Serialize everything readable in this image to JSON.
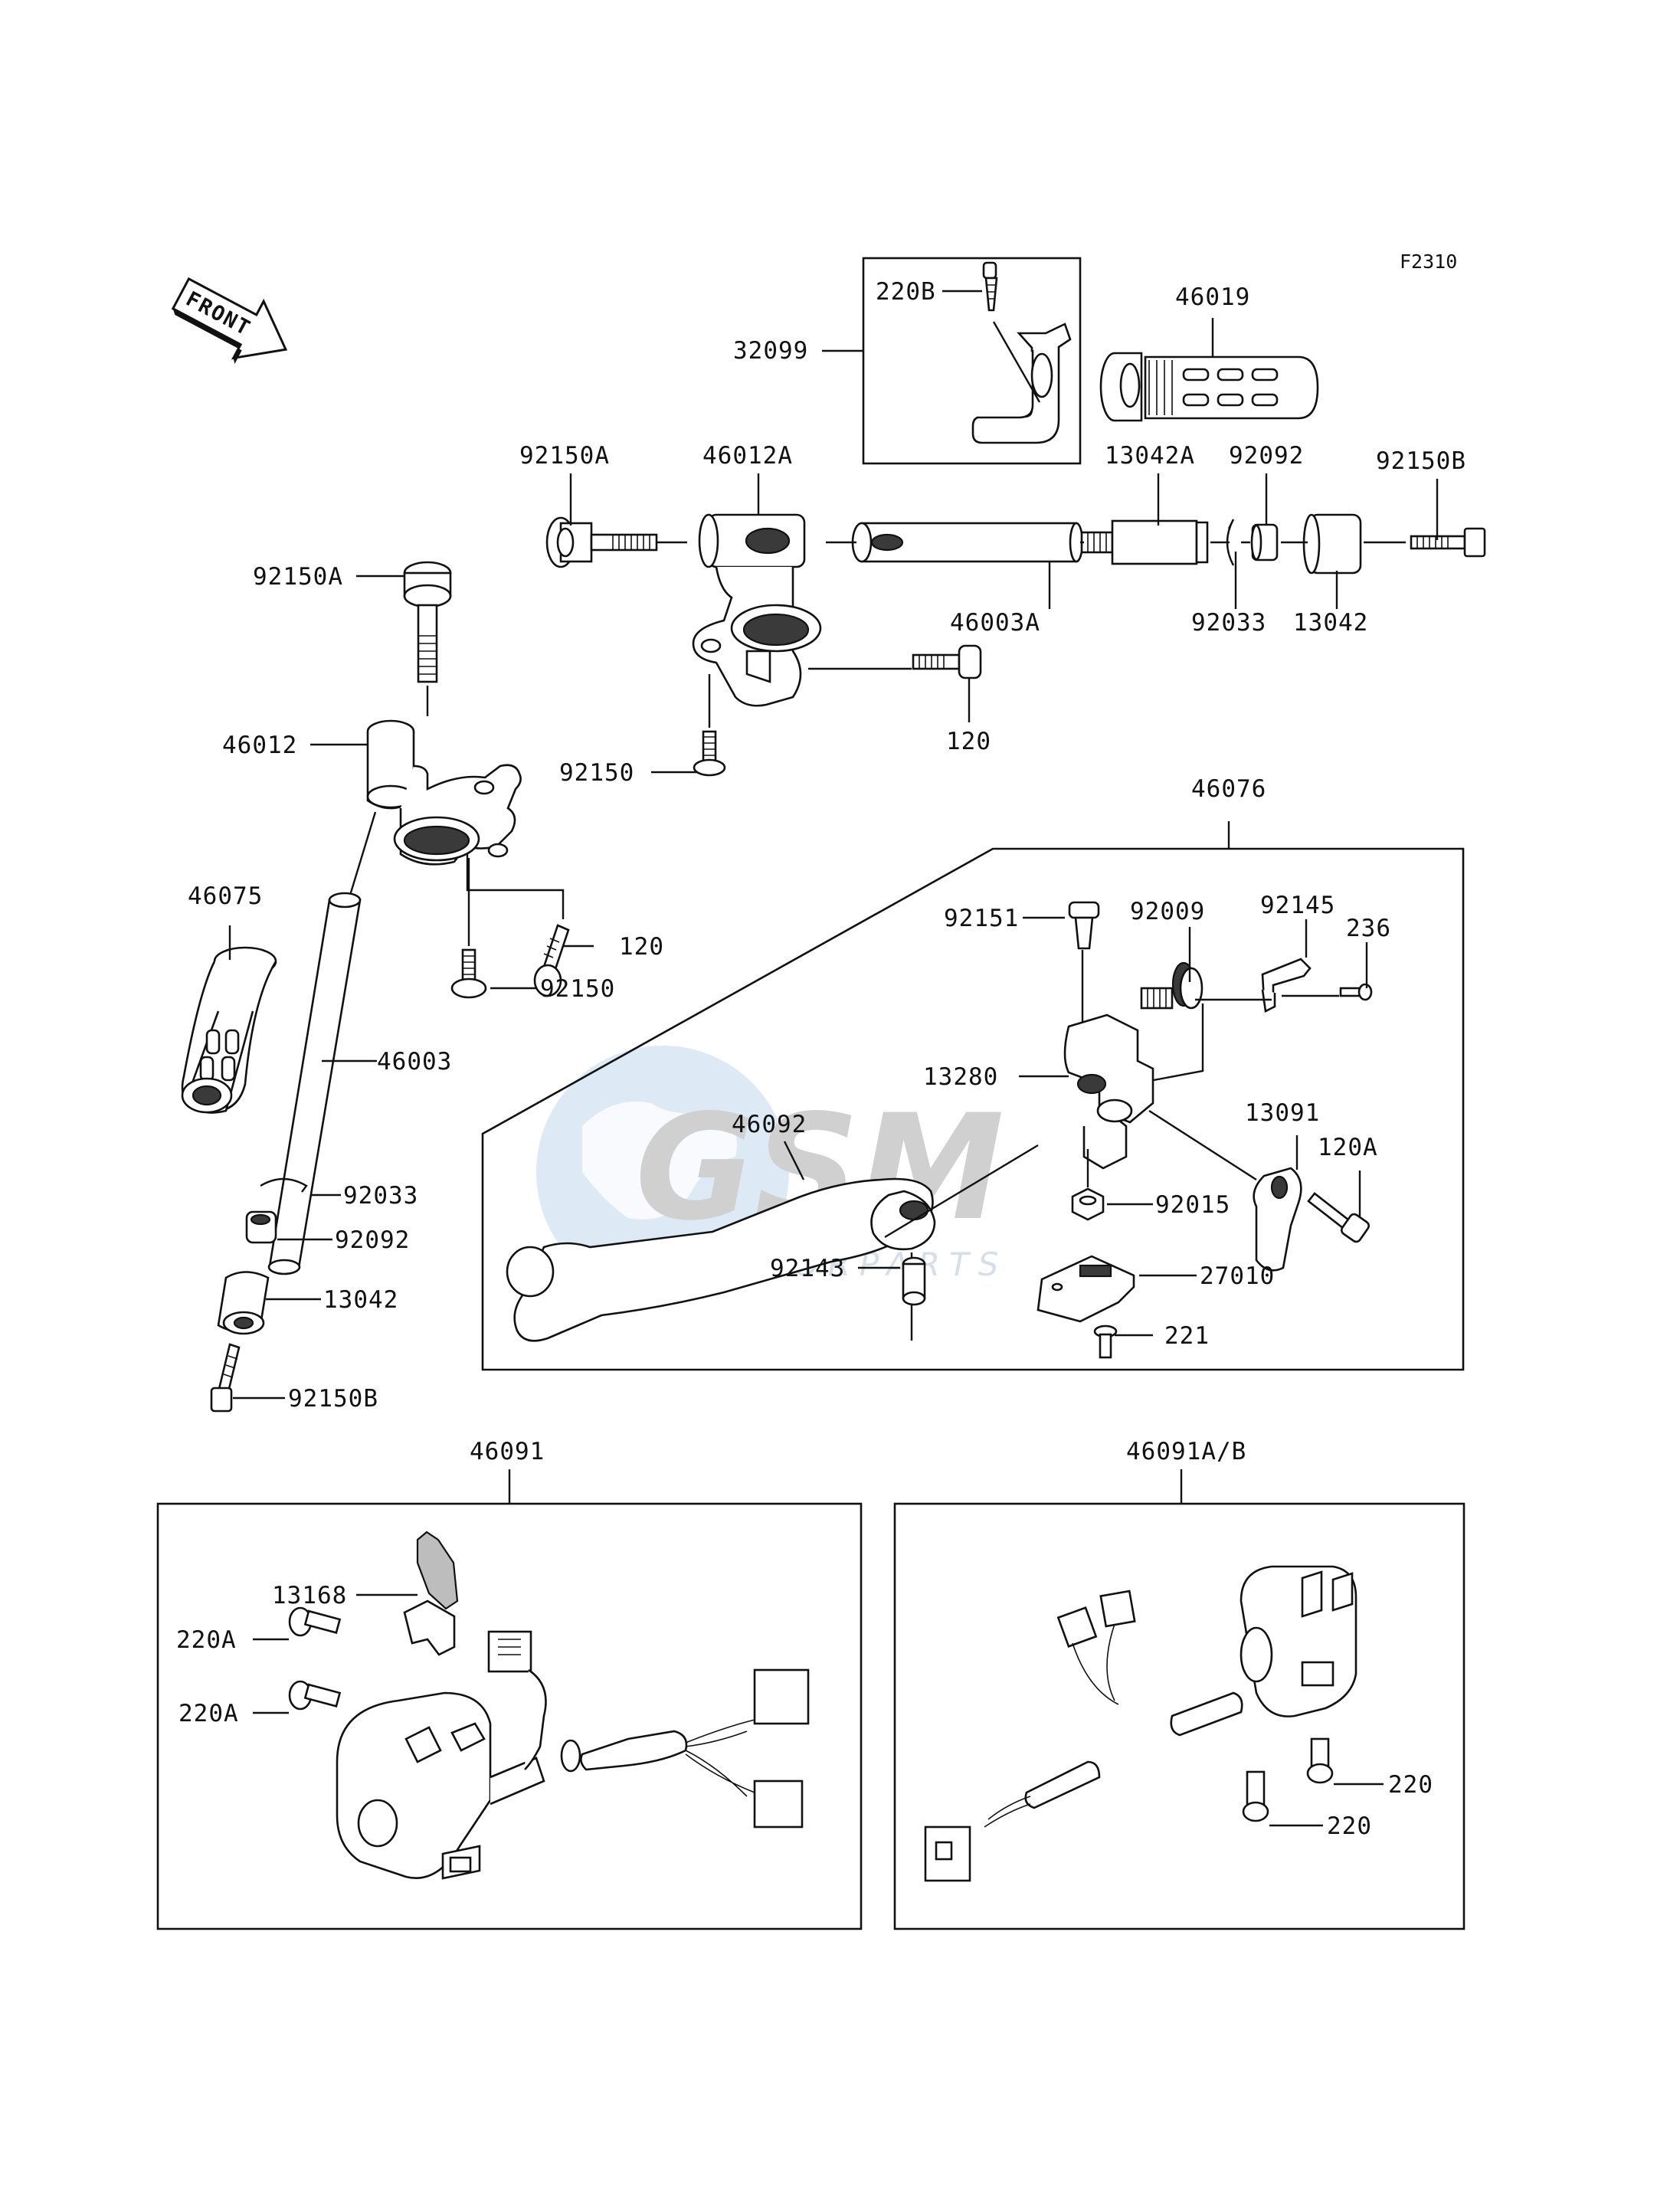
{
  "figure_code": "F2310",
  "front_label": "FRONT",
  "watermark": {
    "brand": "GSM",
    "sub": "MOTORPARTS"
  },
  "callouts": {
    "c220B": "220B",
    "c32099": "32099",
    "c46019": "46019",
    "c92150A_top": "92150A",
    "c46012A": "46012A",
    "c13042A": "13042A",
    "c92092_top": "92092",
    "c92150B_top": "92150B",
    "c92150A_left": "92150A",
    "c46003A": "46003A",
    "c92033_top": "92033",
    "c13042_top": "13042",
    "c120_top": "120",
    "c92150_top": "92150",
    "c46012": "46012",
    "c46076": "46076",
    "c46075": "46075",
    "c120_left": "120",
    "c92150_left": "92150",
    "c46003": "46003",
    "c92151": "92151",
    "c92009": "92009",
    "c92145": "92145",
    "c236": "236",
    "c13280": "13280",
    "c46092": "46092",
    "c13091": "13091",
    "c120A": "120A",
    "c92015": "92015",
    "c92033_left": "92033",
    "c92092_left": "92092",
    "c92143": "92143",
    "c27010": "27010",
    "c13042_left": "13042",
    "c221": "221",
    "c92150B_left": "92150B",
    "c46091": "46091",
    "c46091AB": "46091A/B",
    "c13168": "13168",
    "c220A_1": "220A",
    "c220A_2": "220A",
    "c220_1": "220",
    "c220_2": "220"
  }
}
